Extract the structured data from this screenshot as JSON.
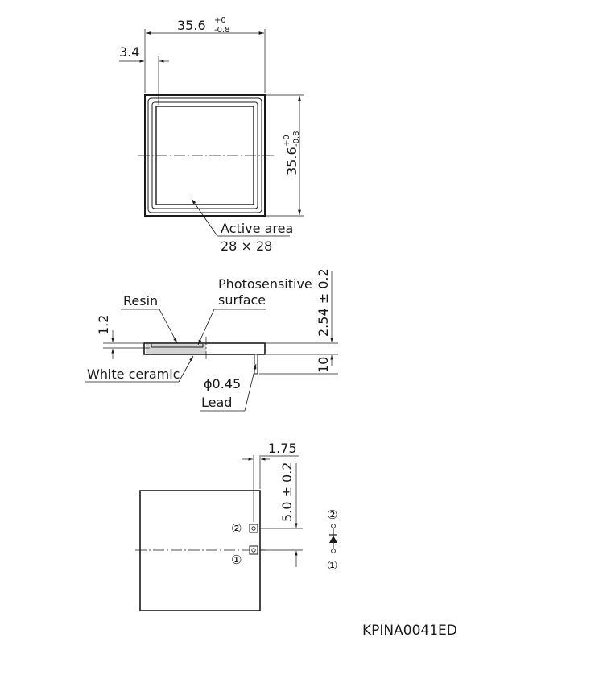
{
  "top_view": {
    "width_dim": "35.6",
    "width_tol_upper": "+0",
    "width_tol_lower": "-0.8",
    "border_dim": "3.4",
    "height_dim": "35.6",
    "height_tol_upper": "+0",
    "height_tol_lower": "-0.8",
    "active_area_label": "Active area",
    "active_area_size": "28 × 28"
  },
  "side_view": {
    "resin_label": "Resin",
    "photosensitive_label_1": "Photosensitive",
    "photosensitive_label_2": "surface",
    "thickness_dim": "1.2",
    "total_height_dim": "2.54 ± 0.2",
    "lead_length_dim": "10",
    "white_ceramic_label": "White ceramic",
    "lead_diameter": "ϕ0.45",
    "lead_label": "Lead"
  },
  "bottom_view": {
    "pin_offset_dim": "1.75",
    "pin_spacing_dim": "5.0 ± 0.2",
    "pin2_label": "②",
    "pin1_label": "①",
    "symbol_pin2": "②",
    "symbol_pin1": "①"
  },
  "document_code": "KPINA0041ED"
}
